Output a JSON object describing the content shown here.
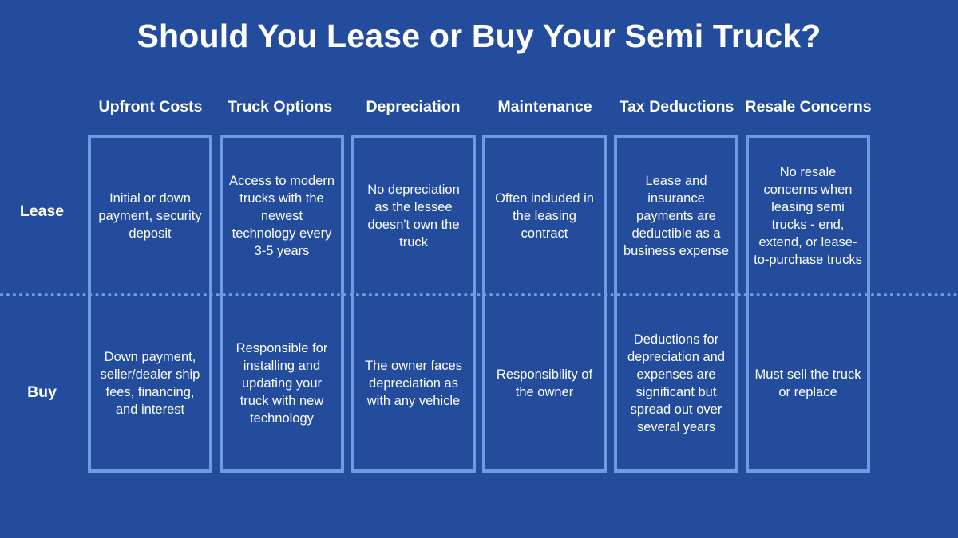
{
  "title": "Should You Lease or Buy Your Semi Truck?",
  "colors": {
    "background": "#244c9d",
    "border": "#6e9ce2",
    "text": "#ffffff"
  },
  "rows": [
    {
      "label": "Lease"
    },
    {
      "label": "Buy"
    }
  ],
  "columns": [
    {
      "header": "Upfront Costs",
      "lease": "Initial or down payment, security deposit",
      "buy": "Down payment, seller/dealer ship fees, financing, and interest"
    },
    {
      "header": "Truck Options",
      "lease": "Access to modern trucks with the newest technology every 3-5 years",
      "buy": "Responsible for installing and updating your truck with new technology"
    },
    {
      "header": "Depreciation",
      "lease": "No depreciation as the lessee doesn't own the truck",
      "buy": "The owner faces depreciation as with any vehicle"
    },
    {
      "header": "Maintenance",
      "lease": "Often included in the leasing contract",
      "buy": "Responsibility of the owner"
    },
    {
      "header": "Tax Deductions",
      "lease": "Lease and insurance payments are deductible as a business expense",
      "buy": "Deductions for depreciation and expenses are significant but spread out over several years"
    },
    {
      "header": "Resale Concerns",
      "lease": "No resale concerns when leasing semi trucks - end, extend, or lease-to-purchase trucks",
      "buy": "Must sell the truck or replace"
    }
  ]
}
